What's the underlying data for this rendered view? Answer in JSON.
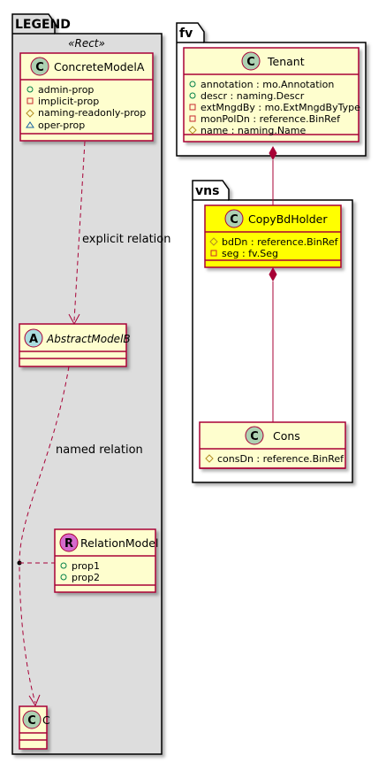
{
  "packages": {
    "legend": {
      "label": "LEGEND",
      "stereotype": "«Rect»"
    },
    "fv": {
      "label": "fv"
    },
    "vns": {
      "label": "vns"
    }
  },
  "classes": {
    "concrete_model_a": {
      "name": "ConcreteModelA",
      "kind": "C",
      "attributes": [
        {
          "visibility": "public",
          "text": "admin-prop"
        },
        {
          "visibility": "private",
          "text": "implicit-prop"
        },
        {
          "visibility": "protected",
          "text": "naming-readonly-prop"
        },
        {
          "visibility": "package",
          "text": "oper-prop"
        }
      ]
    },
    "abstract_model_b": {
      "name": "AbstractModelB",
      "kind": "A"
    },
    "relation_model": {
      "name": "RelationModel",
      "kind": "R",
      "attributes": [
        {
          "visibility": "public",
          "text": "prop1"
        },
        {
          "visibility": "public",
          "text": "prop2"
        }
      ]
    },
    "c": {
      "name": "C",
      "kind": "C"
    },
    "tenant": {
      "name": "Tenant",
      "kind": "C",
      "attributes": [
        {
          "visibility": "public",
          "text": "annotation : mo.Annotation"
        },
        {
          "visibility": "public",
          "text": "descr : naming.Descr"
        },
        {
          "visibility": "private",
          "text": "extMngdBy : mo.ExtMngdByType"
        },
        {
          "visibility": "private",
          "text": "monPolDn : reference.BinRef"
        },
        {
          "visibility": "protected",
          "text": "name : naming.Name"
        }
      ]
    },
    "copy_bd_holder": {
      "name": "CopyBdHolder",
      "kind": "C",
      "attributes": [
        {
          "visibility": "protected",
          "text": "bdDn : reference.BinRef"
        },
        {
          "visibility": "private",
          "text": "seg : fv.Seg"
        }
      ]
    },
    "cons": {
      "name": "Cons",
      "kind": "C",
      "attributes": [
        {
          "visibility": "protected",
          "text": "consDn : reference.BinRef"
        }
      ]
    }
  },
  "relations": {
    "explicit": "explicit relation",
    "named": "named relation"
  },
  "colors": {
    "class_fill": "#FEFECE",
    "class_border": "#A80036",
    "highlight_fill": "#FFFF00",
    "legend_fill": "#DDDDDD",
    "circle_c": "#ADD1B2",
    "circle_a": "#A9DCDF",
    "circle_r": "#D56ACD",
    "public_icon": "#038048",
    "private_icon": "#C82930",
    "protected_icon": "#B38D22",
    "package_icon": "#1963A0"
  }
}
